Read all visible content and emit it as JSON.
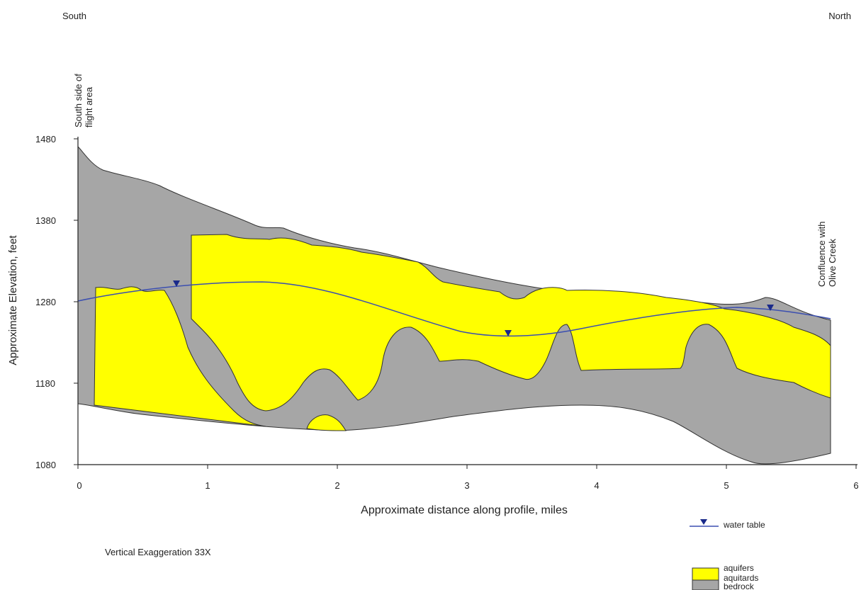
{
  "header": {
    "left": "South",
    "right": "North"
  },
  "annotations": {
    "south_side": [
      "South side of",
      "flight area"
    ],
    "confluence": [
      "Confluence with",
      "Olive Creek"
    ],
    "exaggeration": "Vertical Exaggeration 33X"
  },
  "axes": {
    "x_label": "Approximate distance along profile, miles",
    "y_label": "Approximate Elevation, feet",
    "x_ticks": [
      "0",
      "1",
      "2",
      "3",
      "4",
      "5",
      "6"
    ],
    "y_ticks": [
      "1480",
      "1380",
      "1280",
      "1180",
      "1080"
    ]
  },
  "legend": {
    "water_table": "water table",
    "aquifers": "aquifers",
    "aquitards": "aquitards",
    "bedrock": "bedrock"
  },
  "colors": {
    "aquifer": "#ffff00",
    "aquitard": "#a6a6a6",
    "bedrock": "#ffffff",
    "water_table": "#3b4fb0",
    "outline": "#333333"
  }
}
